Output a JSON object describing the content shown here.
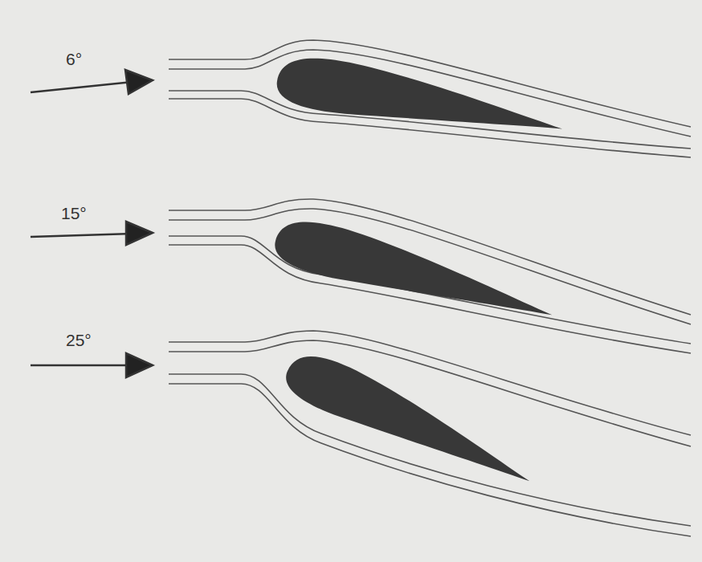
{
  "diagram": {
    "labels": [
      "6°",
      "15°",
      "25°"
    ]
  }
}
